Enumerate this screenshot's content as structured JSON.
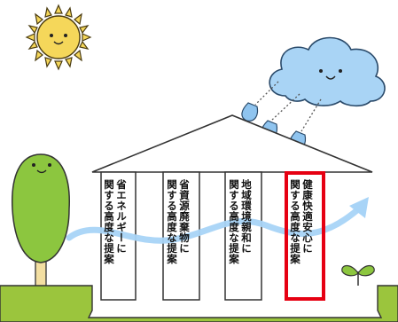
{
  "pillars": [
    {
      "label": "省エネルギーに\n関する高度な提案",
      "highlighted": false
    },
    {
      "label": "省資源廃棄物に\n関する高度な提案",
      "highlighted": false
    },
    {
      "label": "地域環境親和に\n関する高度な提案",
      "highlighted": false
    },
    {
      "label": "健康快適安心に\n関する高度な提案",
      "highlighted": true
    }
  ],
  "colors": {
    "sky_cloud": "#a9d4f5",
    "raindrop": "#8fc4ef",
    "sun": "#f5d75a",
    "tree": "#8cc63f",
    "ground": "#9bc53d",
    "highlight_frame": "#e60012",
    "wind_arrow": "#a8d4f7"
  }
}
